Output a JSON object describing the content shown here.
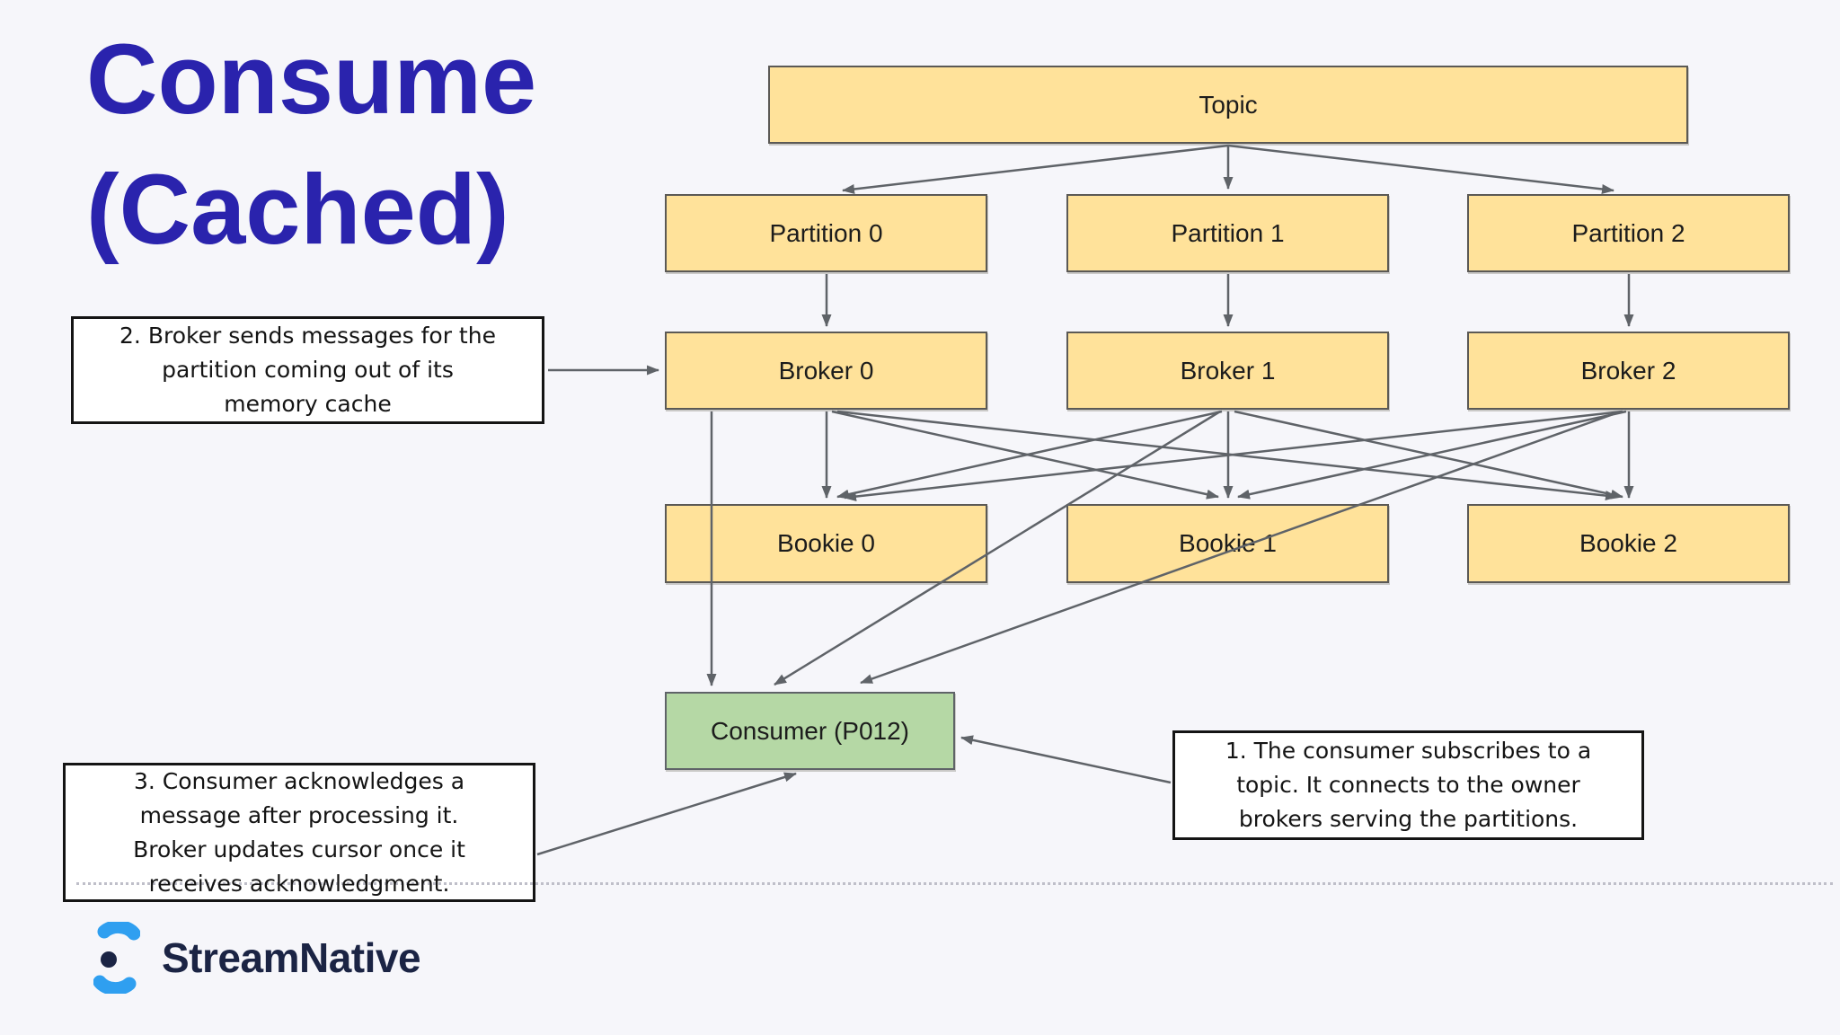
{
  "slide": {
    "title_line1": "Consume",
    "title_line2": "(Cached)"
  },
  "nodes": {
    "topic": "Topic",
    "partition0": "Partition 0",
    "partition1": "Partition 1",
    "partition2": "Partition 2",
    "broker0": "Broker 0",
    "broker1": "Broker 1",
    "broker2": "Broker 2",
    "bookie0": "Bookie 0",
    "bookie1": "Bookie 1",
    "bookie2": "Bookie 2",
    "consumer": "Consumer (P012)"
  },
  "annotations": {
    "step1": {
      "text": "1. The consumer subscribes to a\ntopic. It connects to the owner\nbrokers serving the partitions."
    },
    "step2": {
      "text": "2. Broker sends messages for the\npartition coming out of its\nmemory cache"
    },
    "step3": {
      "text": "3. Consumer acknowledges a\nmessage after processing it.\nBroker updates cursor once it\nreceives acknowledgment."
    }
  },
  "edges": [
    {
      "from": "Topic",
      "to": "Partition 0"
    },
    {
      "from": "Topic",
      "to": "Partition 1"
    },
    {
      "from": "Topic",
      "to": "Partition 2"
    },
    {
      "from": "Partition 0",
      "to": "Broker 0"
    },
    {
      "from": "Partition 1",
      "to": "Broker 1"
    },
    {
      "from": "Partition 2",
      "to": "Broker 2"
    },
    {
      "from": "Broker 0",
      "to": "Bookie 0"
    },
    {
      "from": "Broker 0",
      "to": "Bookie 1"
    },
    {
      "from": "Broker 0",
      "to": "Bookie 2"
    },
    {
      "from": "Broker 1",
      "to": "Bookie 0"
    },
    {
      "from": "Broker 1",
      "to": "Bookie 1"
    },
    {
      "from": "Broker 1",
      "to": "Bookie 2"
    },
    {
      "from": "Broker 2",
      "to": "Bookie 0"
    },
    {
      "from": "Broker 2",
      "to": "Bookie 1"
    },
    {
      "from": "Broker 2",
      "to": "Bookie 2"
    },
    {
      "from": "Broker 0",
      "to": "Consumer (P012)"
    },
    {
      "from": "Broker 1",
      "to": "Consumer (P012)"
    },
    {
      "from": "Broker 2",
      "to": "Consumer (P012)"
    },
    {
      "from": "Note 2",
      "to": "Broker 0"
    },
    {
      "from": "Note 1",
      "to": "Consumer (P012)"
    },
    {
      "from": "Note 3",
      "to": "Consumer (P012)"
    }
  ],
  "logo": {
    "brand": "StreamNative"
  },
  "colors": {
    "background": "#f6f6fa",
    "title": "#2a23ad",
    "node_fill": "#ffe29a",
    "node_border": "#5b5955",
    "consumer_fill": "#b5d8a5",
    "connector": "#5f6368",
    "annotation_border": "#141414",
    "logo_blue": "#2f9ff0",
    "logo_navy": "#1b2444"
  }
}
